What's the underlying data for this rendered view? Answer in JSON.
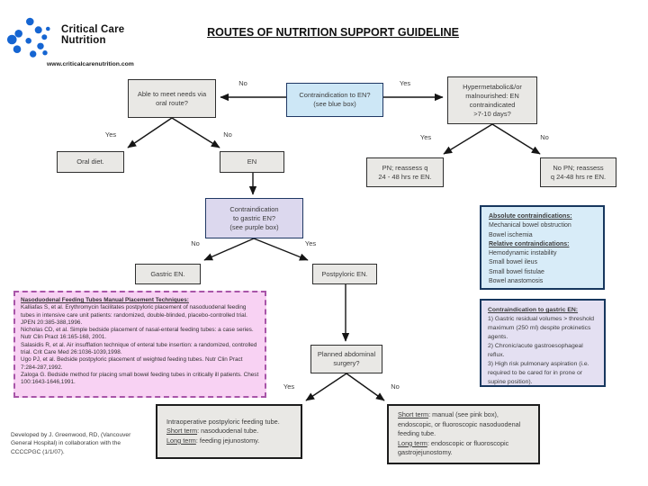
{
  "colors": {
    "logo_blue": "#1565d2",
    "node_gray_fill": "#e9e8e5",
    "blue_fill": "#cde7f6",
    "purple_node_fill": "#dcd8ee",
    "blue_info_fill": "#d8ecf8",
    "purple_info_fill": "#e4e0f2",
    "pink_fill": "#f8d2f3",
    "dark_border": "#17375e",
    "pink_border": "#a855a8"
  },
  "header": {
    "logo_icon": "dots-chevron-logo",
    "logo_line1": "Critical Care",
    "logo_line2": "Nutrition",
    "website": "www.criticalcarenutrition.com",
    "title": "ROUTES OF NUTRITION SUPPORT GUIDELINE"
  },
  "labels": {
    "yes": "Yes",
    "no": "No"
  },
  "nodes": {
    "able_oral": {
      "lines": [
        "Able to meet needs via",
        "oral route?"
      ]
    },
    "contra_en": {
      "lines": [
        "Contraindication to EN?",
        "(see blue box)"
      ]
    },
    "hypermetabolic": {
      "lines": [
        "Hypermetabolic&/or",
        "malnourished: EN",
        "contraindicated",
        ">7-10 days?"
      ]
    },
    "oral_diet": {
      "lines": [
        "Oral diet."
      ]
    },
    "en": {
      "lines": [
        "EN"
      ]
    },
    "pn": {
      "lines": [
        "PN; reassess q",
        "24 - 48 hrs re EN."
      ]
    },
    "no_pn": {
      "lines": [
        "No PN; reassess",
        "q 24-48 hrs re EN."
      ]
    },
    "contra_gastric": {
      "lines": [
        "Contraindication",
        "to gastric EN?",
        "(see purple box)"
      ]
    },
    "gastric_en": {
      "lines": [
        "Gastric EN."
      ]
    },
    "postpyloric_en": {
      "lines": [
        "Postpyloric EN."
      ]
    },
    "planned_surgery": {
      "lines": [
        "Planned abdominal",
        "surgery?"
      ]
    },
    "intraop": {
      "line1": "Intraoperative postpyloric feeding tube.",
      "short_label": "Short term",
      "short_rest": ": nasoduodenal tube.",
      "long_label": "Long term",
      "long_rest": ": feeding jejunostomy."
    },
    "short_long": {
      "short_label": "Short term",
      "short_rest": ": manual (see pink box), endoscopic, or fluoroscopic nasoduodenal feeding  tube.",
      "long_label": "Long term",
      "long_rest": ": endoscopic or fluoroscopic gastrojejunostomy."
    }
  },
  "pink_box": {
    "heading": "Nasoduodenal Feeding Tubes Manual Placement Techniques:",
    "references": [
      "Kalliafas S, et al. Erythromycin facilitates postpyloric placement of nasoduodenal feeding tubes in intensive care unit patients: randomized, double-blinded, placebo-controlled trial. JPEN 20:385-388,1996.",
      "Nicholas CD, et al. Simple bedside placement of nasal-enteral feeding tubes: a case series. Nutr Clin Pract 16:165-168, 2001.",
      "Salasidis R, et al. Air insufflation technique of enteral tube insertion: a randomized, controlled trial. Crit Care Med 26:1036-1039,1998.",
      "Ugo PJ, et al. Bedside postpyloric placement of weighted feeding tubes. Nutr Clin Pract 7:284-287,1992.",
      "Zaloga G. Bedside method for placing small bowel feeding tubes in critically ill patients. Chest 100:1643-1646,1991."
    ]
  },
  "blue_info": {
    "heading_absolute": "Absolute contraindications:",
    "absolute_items": [
      "Mechanical bowel obstruction",
      "Bowel ischemia"
    ],
    "heading_relative": "Relative contraindications:",
    "relative_items": [
      "Hemodynamic instability",
      "Small bowel ileus",
      "Small bowel fistulae",
      "Bowel anastomosis"
    ]
  },
  "purple_info": {
    "heading": "Contraindication to gastric EN:",
    "items": [
      "1) Gastric residual volumes > threshold maximum (250 ml) despite prokinetics agents.",
      "2) Chronic/acute gastroesophageal reflux.",
      "3) High risk pulmonary aspiration (i.e. required  to be cared for in prone or supine position)."
    ]
  },
  "footer": {
    "credit": "Developed by J. Greenwood, RD, (Vancouver General Hospital) in collaboration with the CCCCPGC (1/1/07)."
  }
}
